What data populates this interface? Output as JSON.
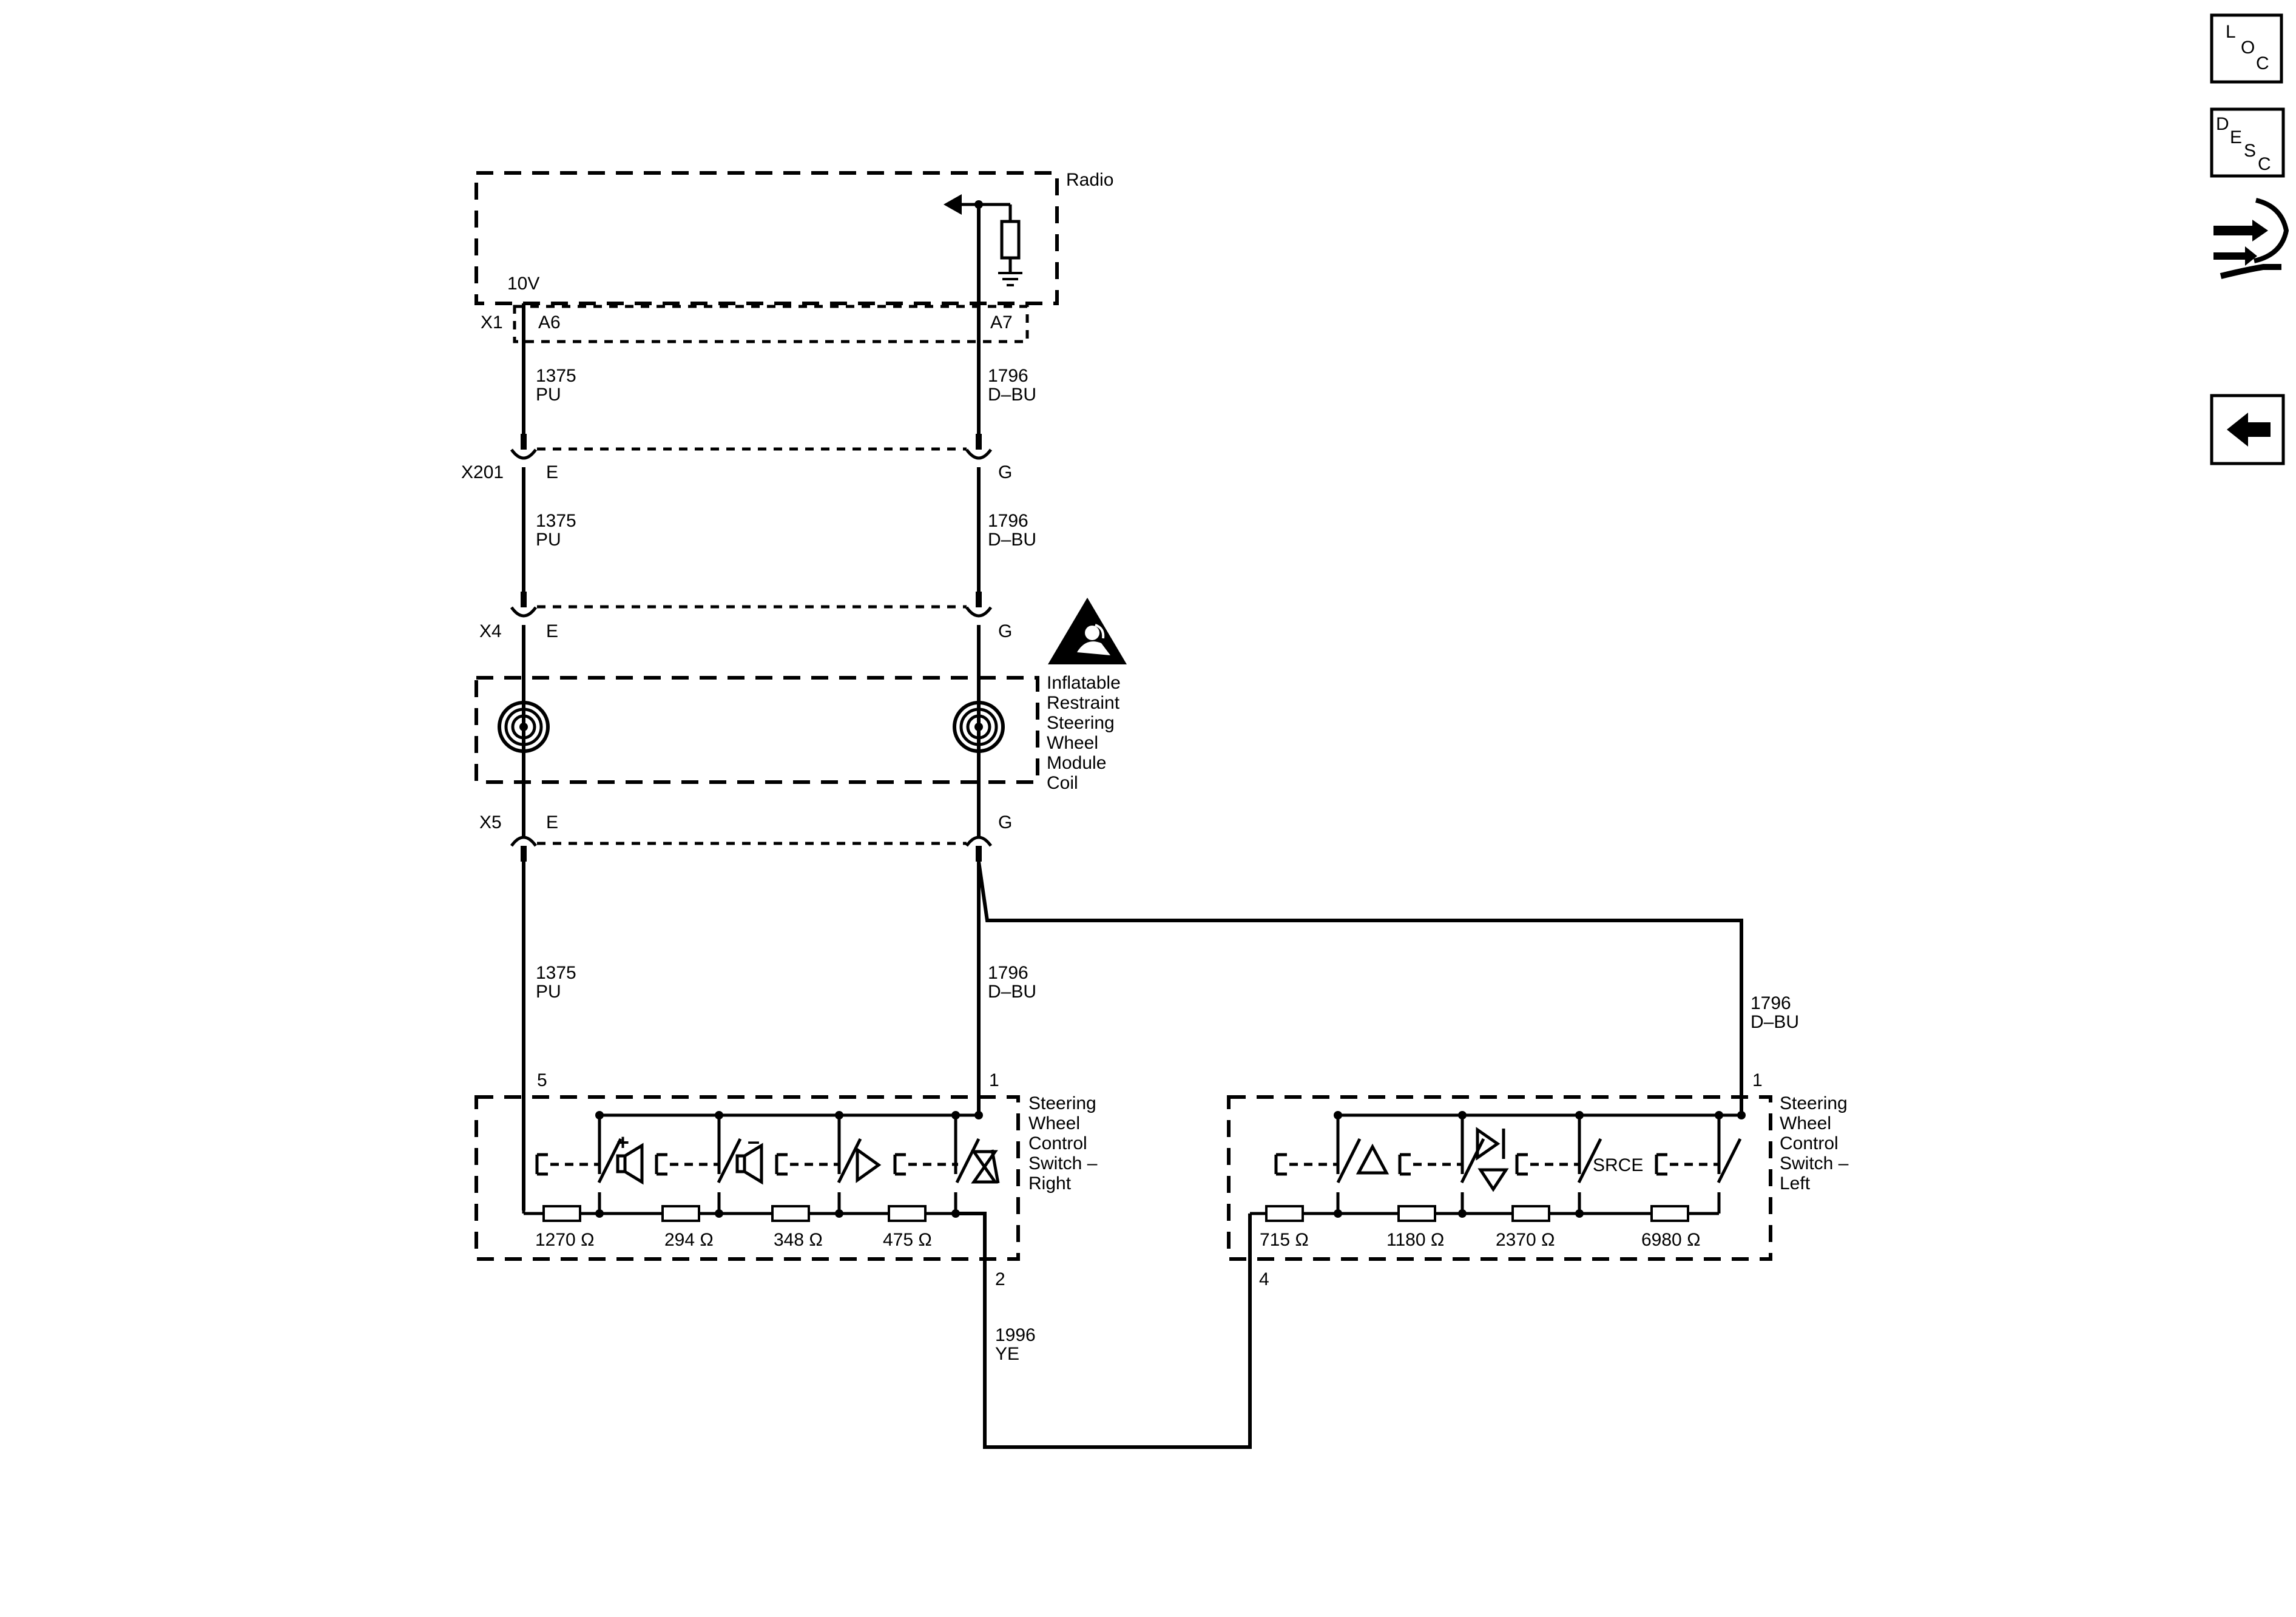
{
  "radio": {
    "title": "Radio",
    "voltage": "10V"
  },
  "connectors": {
    "x1": "X1",
    "a6": "A6",
    "a7": "A7",
    "x201": "X201",
    "x4": "X4",
    "x5": "X5",
    "e": "E",
    "g": "G"
  },
  "wires": {
    "pu_circuit": "1375",
    "pu_color": "PU",
    "dbu_circuit": "1796",
    "dbu_color": "D–BU",
    "ye_circuit": "1996",
    "ye_color": "YE"
  },
  "coil": {
    "label_lines": [
      "Inflatable",
      "Restraint",
      "Steering",
      "Wheel",
      "Module",
      "Coil"
    ]
  },
  "switch_right": {
    "label_lines": [
      "Steering",
      "Wheel",
      "Control",
      "Switch –",
      "Right"
    ],
    "pin_5": "5",
    "pin_1": "1",
    "pin_2": "2",
    "resistors": [
      "1270 Ω",
      "294 Ω",
      "348 Ω",
      "475 Ω"
    ],
    "plus_sign": "+",
    "minus_sign": "–"
  },
  "switch_left": {
    "label_lines": [
      "Steering",
      "Wheel",
      "Control",
      "Switch –",
      "Left"
    ],
    "pin_1": "1",
    "pin_4": "4",
    "resistors": [
      "715 Ω",
      "1180 Ω",
      "2370 Ω",
      "6980 Ω"
    ],
    "srce_label": "SRCE"
  },
  "nav": {
    "loc": [
      "L",
      "O",
      "C"
    ],
    "desc": [
      "D",
      "E",
      "S",
      "C"
    ],
    "icons": [
      "loc-icon",
      "desc-icon",
      "connector-tool-icon",
      "back-arrow-icon"
    ]
  }
}
